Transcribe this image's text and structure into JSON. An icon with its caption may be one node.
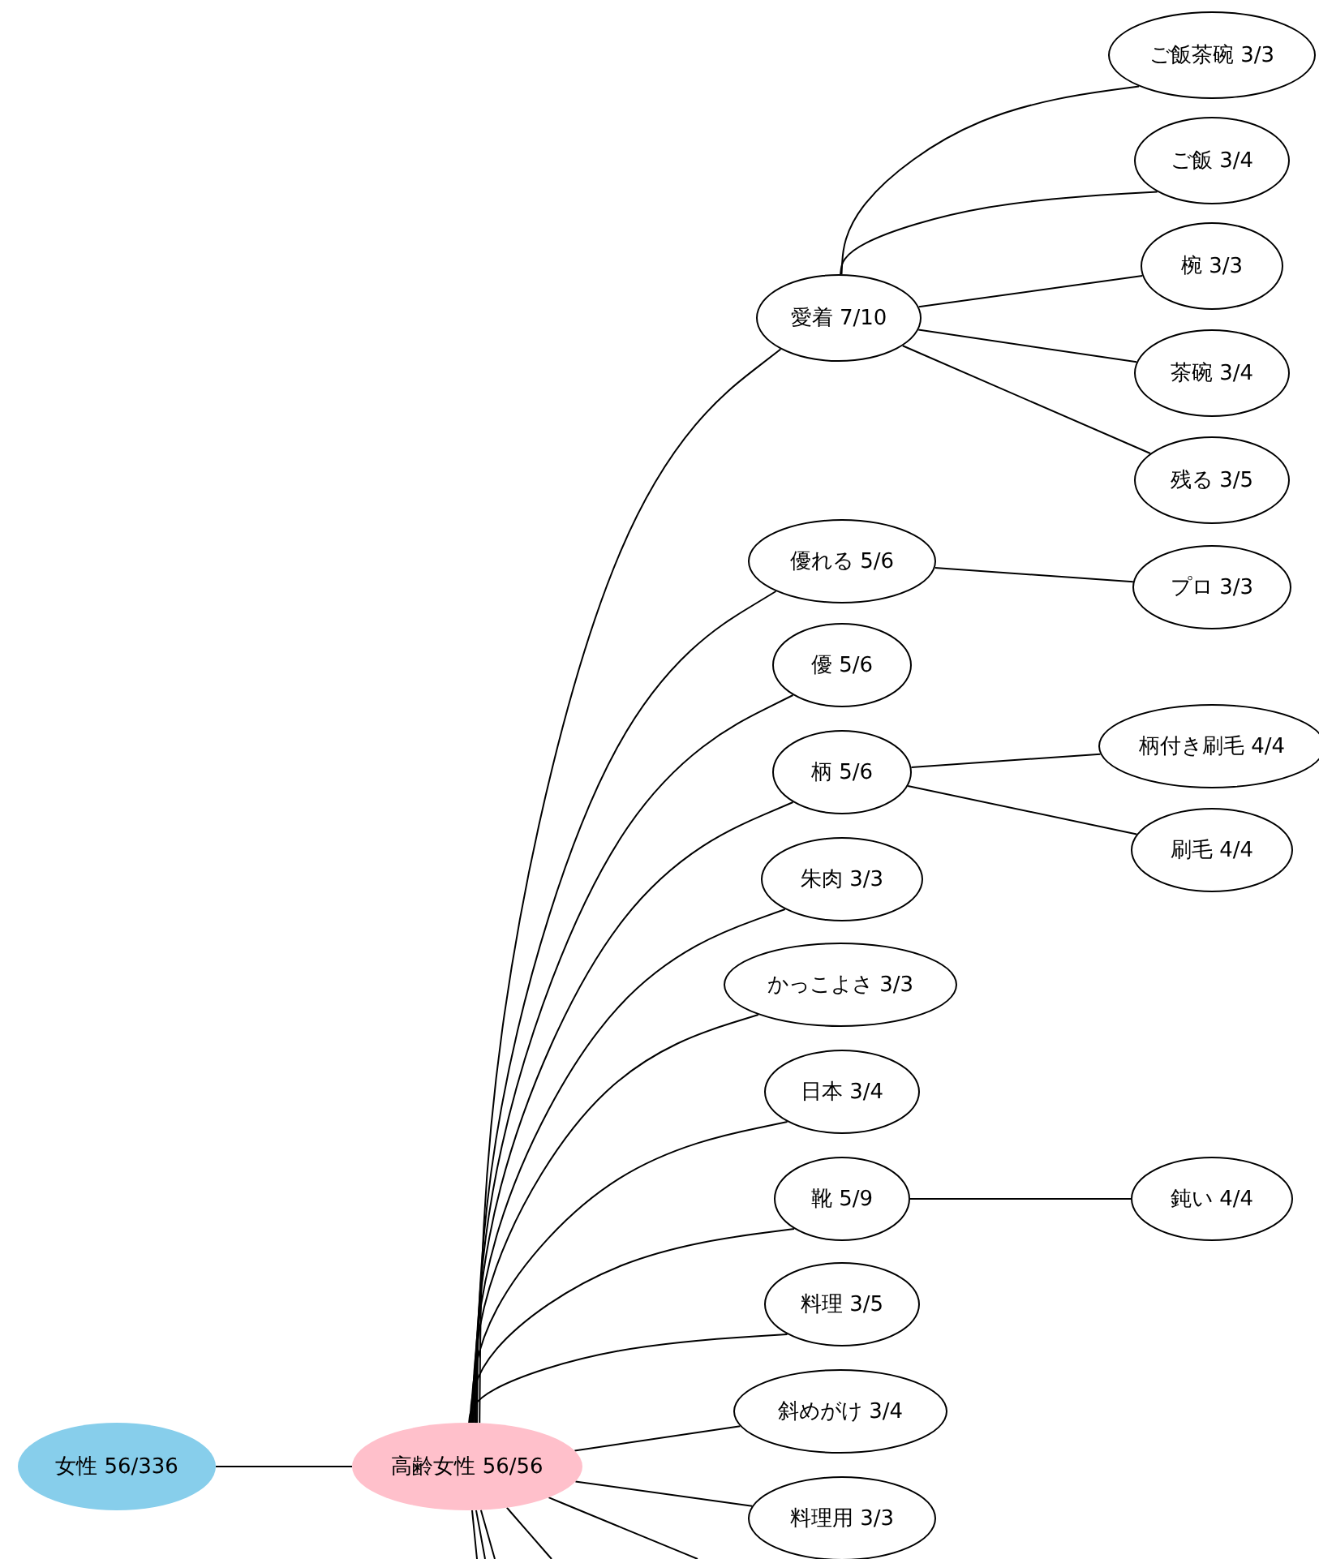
{
  "diagram": {
    "nodes": [
      {
        "text": [
          "女性 56/336"
        ]
      },
      {
        "text": [
          "高齢女性 56/56"
        ]
      },
      {
        "text": [
          "愛着 7/10"
        ]
      },
      {
        "text": [
          "ご飯茶碗 3/3"
        ]
      },
      {
        "text": [
          "ご飯 3/4"
        ]
      },
      {
        "text": [
          "椀 3/3"
        ]
      },
      {
        "text": [
          "茶碗 3/4"
        ]
      },
      {
        "text": [
          "残る 3/5"
        ]
      },
      {
        "text": [
          "優れる 5/6"
        ]
      },
      {
        "text": [
          "プロ 3/3"
        ]
      },
      {
        "text": [
          "優 5/6"
        ]
      },
      {
        "text": [
          "柄 5/6"
        ]
      },
      {
        "text": [
          "柄付き刷毛 4/4"
        ]
      },
      {
        "text": [
          "刷毛 4/4"
        ]
      },
      {
        "text": [
          "朱肉 3/3"
        ]
      },
      {
        "text": [
          "かっこよさ 3/3"
        ]
      },
      {
        "text": [
          "日本 3/4"
        ]
      },
      {
        "text": [
          "靴 5/9"
        ]
      },
      {
        "text": [
          "鈍い 4/4"
        ]
      },
      {
        "text": [
          "料理 3/5"
        ]
      },
      {
        "text": [
          "斜めがけ 3/4"
        ]
      },
      {
        "text": [
          "料理用 3/3"
        ]
      }
    ],
    "edges": [
      {
        "from": 0,
        "to": 1,
        "arrow": "none"
      },
      {
        "from": 1,
        "to": 2,
        "arrow": "none"
      },
      {
        "from": 2,
        "to": 3,
        "arrow": "none"
      },
      {
        "from": 2,
        "to": 4,
        "arrow": "none"
      },
      {
        "from": 2,
        "to": 5,
        "arrow": "none"
      },
      {
        "from": 2,
        "to": 6,
        "arrow": "none"
      },
      {
        "from": 2,
        "to": 7,
        "arrow": "none"
      },
      {
        "from": 1,
        "to": 8,
        "arrow": "none"
      },
      {
        "from": 8,
        "to": 9,
        "arrow": "none"
      },
      {
        "from": 1,
        "to": 10,
        "arrow": "none"
      },
      {
        "from": 1,
        "to": 11,
        "arrow": "none"
      },
      {
        "from": 11,
        "to": 12,
        "arrow": "none"
      },
      {
        "from": 11,
        "to": 13,
        "arrow": "none"
      },
      {
        "from": 1,
        "to": 14,
        "arrow": "none"
      },
      {
        "from": 1,
        "to": 15,
        "arrow": "none"
      },
      {
        "from": 1,
        "to": 16,
        "arrow": "none"
      },
      {
        "from": 1,
        "to": 17,
        "arrow": "none"
      },
      {
        "from": 17,
        "to": 18,
        "arrow": "none"
      },
      {
        "from": 1,
        "to": 19,
        "arrow": "none"
      },
      {
        "from": 1,
        "to": 20,
        "arrow": "none"
      },
      {
        "from": 1,
        "to": 21,
        "arrow": "none"
      },
      {
        "from": 1,
        "to": null,
        "arrow": "none"
      },
      {
        "from": 1,
        "to": null,
        "arrow": "none"
      },
      {
        "from": 1,
        "to": null,
        "arrow": "none"
      },
      {
        "from": 1,
        "to": null,
        "arrow": "none"
      },
      {
        "from": 1,
        "to": null,
        "arrow": "none"
      }
    ]
  }
}
